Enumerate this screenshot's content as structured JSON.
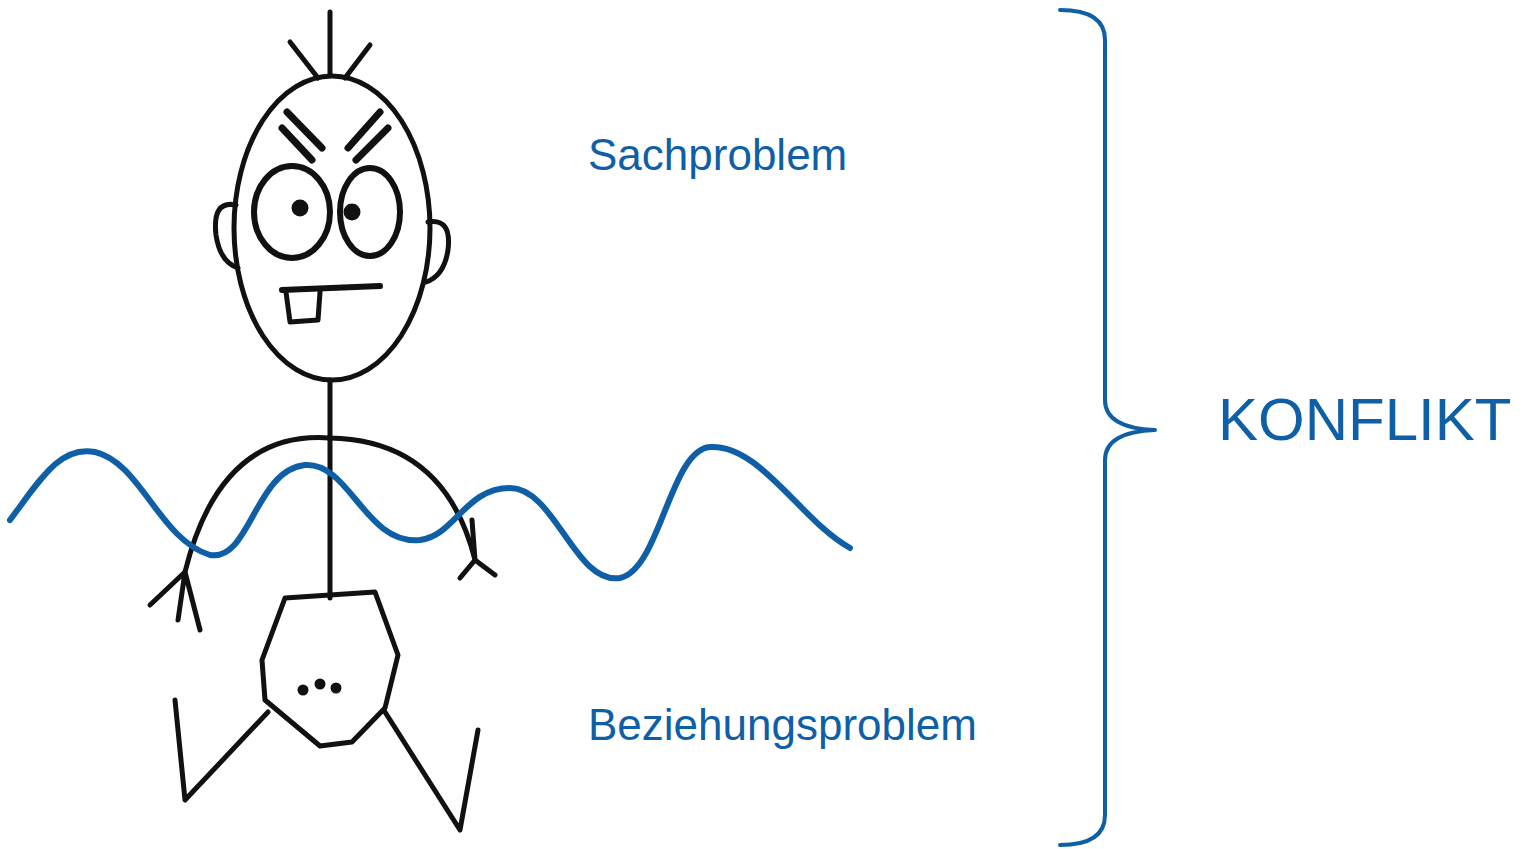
{
  "diagram": {
    "labels": [
      "Sachproblem",
      "Beziehungsproblem",
      "KONFLIKT"
    ]
  }
}
